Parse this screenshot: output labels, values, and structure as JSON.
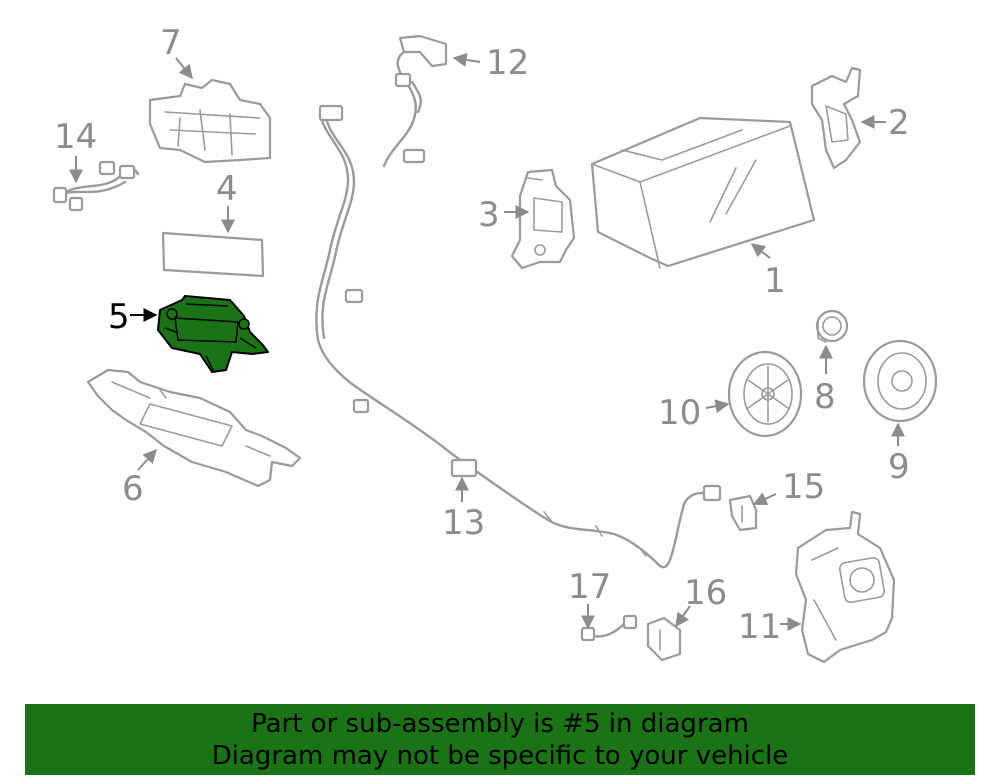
{
  "diagram": {
    "callouts": [
      {
        "id": "1",
        "text": "1"
      },
      {
        "id": "2",
        "text": "2"
      },
      {
        "id": "3",
        "text": "3"
      },
      {
        "id": "4",
        "text": "4"
      },
      {
        "id": "5",
        "text": "5"
      },
      {
        "id": "6",
        "text": "6"
      },
      {
        "id": "7",
        "text": "7"
      },
      {
        "id": "8",
        "text": "8"
      },
      {
        "id": "9",
        "text": "9"
      },
      {
        "id": "10",
        "text": "10"
      },
      {
        "id": "11",
        "text": "11"
      },
      {
        "id": "12",
        "text": "12"
      },
      {
        "id": "13",
        "text": "13"
      },
      {
        "id": "14",
        "text": "14"
      },
      {
        "id": "15",
        "text": "15"
      },
      {
        "id": "16",
        "text": "16"
      },
      {
        "id": "17",
        "text": "17"
      }
    ],
    "highlighted_part": "5",
    "highlight_color": "#1a7314",
    "line_color": "#9a9a9a"
  },
  "banner": {
    "line1": "Part or sub-assembly is #5 in diagram",
    "line2": "Diagram may not be specific to your vehicle",
    "background": "#1a7314"
  }
}
